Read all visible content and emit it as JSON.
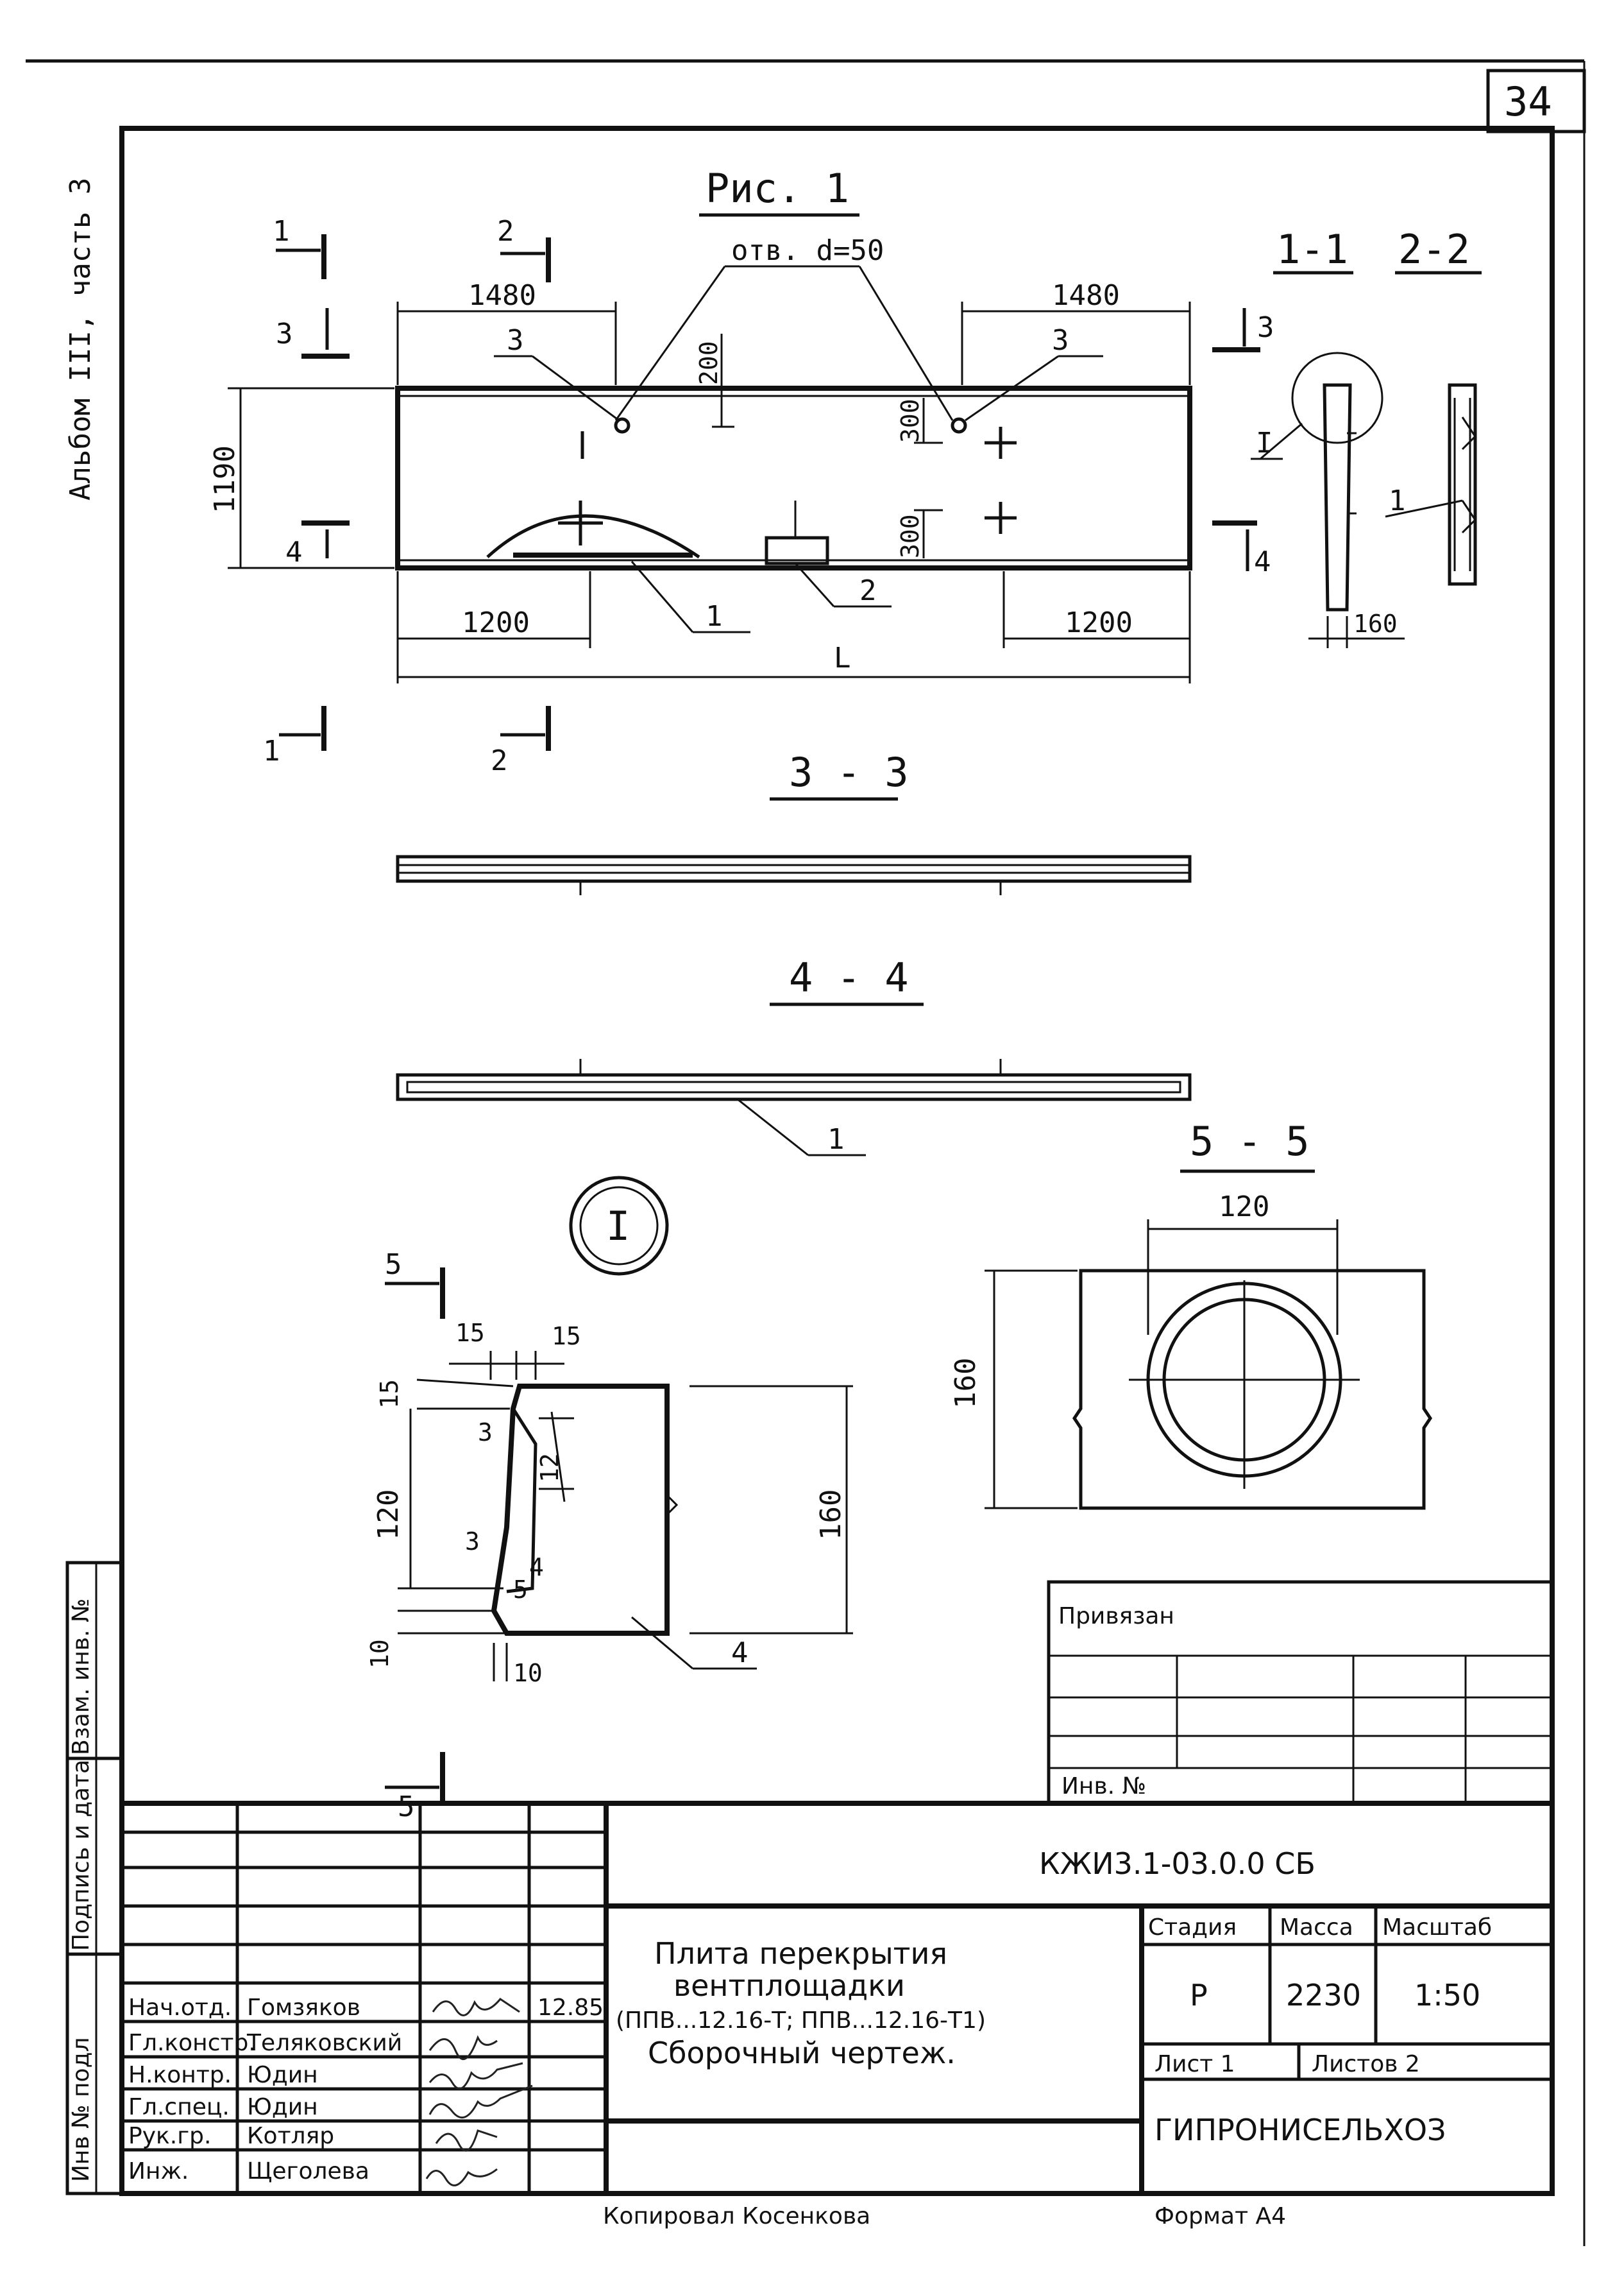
{
  "page_number": "34",
  "album_side": "Альбом III, часть 3",
  "fig_title": "Рис. 1",
  "hole_note": "отв. d=50",
  "cuts": {
    "c1": "1",
    "c2": "2",
    "c3": "3",
    "c4": "4",
    "c5": "5"
  },
  "section_titles": {
    "s11": "1-1",
    "s22": "2-2",
    "s33": "3 - 3",
    "s44": "4 - 4",
    "s55": "5 - 5"
  },
  "plan_dims": {
    "left_top": "1480",
    "right_top": "1480",
    "height": "1190",
    "d200": "200",
    "d300a": "300",
    "d300b": "300",
    "left_bottom": "1200",
    "right_bottom": "1200",
    "length": "L",
    "section_width": "160"
  },
  "positions": {
    "p1": "1",
    "p2": "2",
    "p3": "3",
    "p4": "4"
  },
  "detail_label": "I",
  "detail_dims": {
    "d15a": "15",
    "d15b": "15",
    "d15c": "15",
    "d3a": "3",
    "d3b": "3",
    "d12": "12",
    "d120": "120",
    "d160": "160",
    "d4": "4",
    "d5": "5",
    "d10a": "10",
    "d10b": "10"
  },
  "s55_dims": {
    "w120": "120",
    "h160": "160"
  },
  "binding_box": {
    "title": "Привязан",
    "inv": "Инв. №"
  },
  "title_block": {
    "code": "КЖИ3.1-03.0.0 СБ",
    "name_lines": [
      "Плита перекрытия",
      "вентплощадки",
      "(ППВ...12.16-Т; ППВ...12.16-Т1)",
      "Сборочный чертеж."
    ],
    "stage_label": "Стадия",
    "mass_label": "Масса",
    "scale_label": "Масштаб",
    "stage": "Р",
    "mass": "2230",
    "scale": "1:50",
    "sheet_label": "Лист 1",
    "sheets_label": "Листов 2",
    "org": "ГИПРОНИСЕЛЬХОЗ",
    "staff": [
      {
        "role": "Нач.отд.",
        "name": "Гомзяков",
        "date": "12.85"
      },
      {
        "role": "Гл.констр.",
        "name": "Теляковский",
        "date": ""
      },
      {
        "role": "Н.контр.",
        "name": "Юдин",
        "date": ""
      },
      {
        "role": "Гл.спец.",
        "name": "Юдин",
        "date": ""
      },
      {
        "role": "Рук.гр.",
        "name": "Котляр",
        "date": ""
      },
      {
        "role": "Инж.",
        "name": "Щеголева",
        "date": ""
      }
    ]
  },
  "side_stamps": {
    "inv_podl": "Инв № подл",
    "podpis": "Подпись и дата",
    "vzam": "Взам. инв. №"
  },
  "copied_by": "Копировал Косенкова",
  "format": "Формат А4"
}
